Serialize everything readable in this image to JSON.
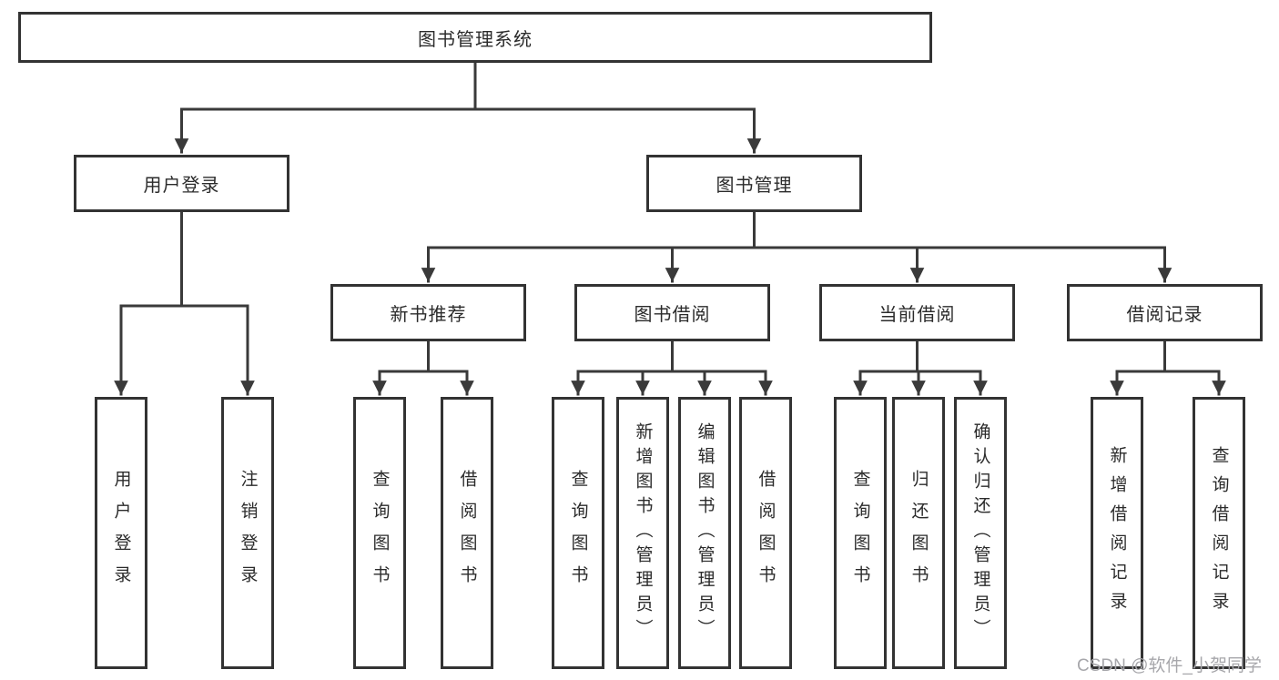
{
  "diagram_type": "hierarchy-tree",
  "colors": {
    "line_color": "#3a3a3a",
    "border_color": "#333333",
    "text_color": "#2b2b2b",
    "watermark_color": "#a7a7ab",
    "background_color": "#ffffff"
  },
  "tree": {
    "root": {
      "label": "图书管理系统",
      "children": [
        {
          "label": "用户登录",
          "children": [
            {
              "label": "用户登录"
            },
            {
              "label": "注销登录"
            }
          ]
        },
        {
          "label": "图书管理",
          "children": [
            {
              "label": "新书推荐",
              "children": [
                {
                  "label": "查询图书"
                },
                {
                  "label": "借阅图书"
                }
              ]
            },
            {
              "label": "图书借阅",
              "children": [
                {
                  "label": "查询图书"
                },
                {
                  "label": "新增图书（管理员）"
                },
                {
                  "label": "编辑图书（管理员）"
                },
                {
                  "label": "借阅图书"
                }
              ]
            },
            {
              "label": "当前借阅",
              "children": [
                {
                  "label": "查询图书"
                },
                {
                  "label": "归还图书"
                },
                {
                  "label": "确认归还（管理员）"
                }
              ]
            },
            {
              "label": "借阅记录",
              "children": [
                {
                  "label": "新增借阅记录"
                },
                {
                  "label": "查询借阅记录"
                }
              ]
            }
          ]
        }
      ]
    }
  },
  "watermark": {
    "text": "CSDN @软件_小贺同学"
  }
}
